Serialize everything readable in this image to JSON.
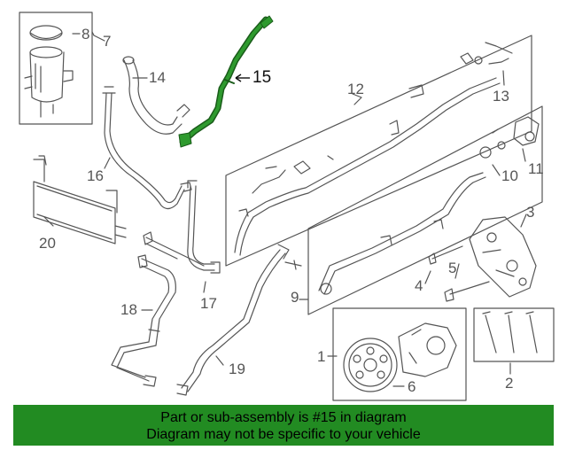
{
  "callouts": {
    "c1": "1",
    "c2": "2",
    "c3": "3",
    "c4": "4",
    "c5": "5",
    "c6": "6",
    "c7": "7",
    "c8": "8",
    "c9": "9",
    "c10": "10",
    "c11": "11",
    "c12": "12",
    "c13": "13",
    "c14": "14",
    "c15": "15",
    "c16": "16",
    "c17": "17",
    "c18": "18",
    "c19": "19",
    "c20": "20"
  },
  "highlight": {
    "part": "15",
    "color": "#2e9a2e"
  },
  "banner": {
    "line1": "Part or sub-assembly is #15 in diagram",
    "line2": "Diagram may not be specific to your vehicle",
    "background": "#228B22"
  }
}
